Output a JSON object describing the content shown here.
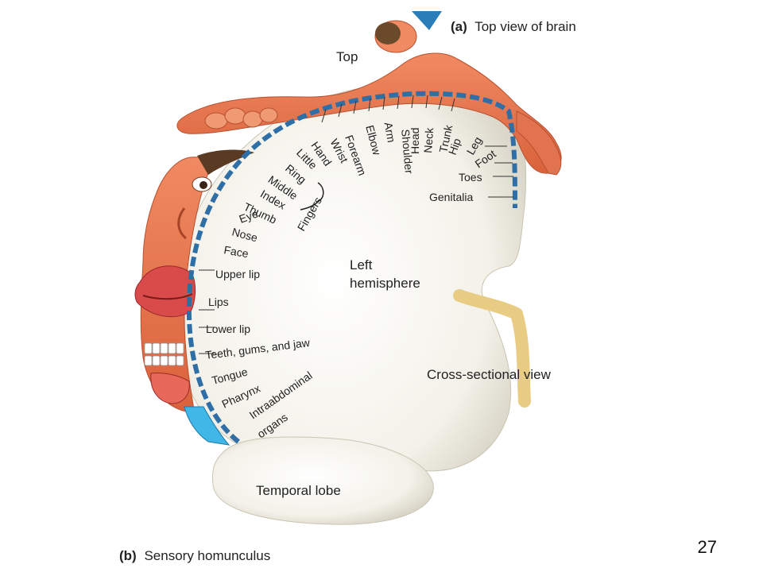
{
  "caption_a": {
    "letter": "(a)",
    "text": "Top view of brain"
  },
  "caption_b": {
    "letter": "(b)",
    "text": "Sensory homunculus"
  },
  "top_label": "Top",
  "hemisphere_label": {
    "line1": "Left",
    "line2": "hemisphere"
  },
  "cross_section_label": "Cross-sectional view",
  "temporal_lobe_label": "Temporal lobe",
  "fingers_label": "Fingers",
  "genitalia_label": "Genitalia",
  "body_parts": [
    "Hip",
    "Trunk",
    "Neck",
    "Head",
    "Shoulder",
    "Arm",
    "Elbow",
    "Forearm",
    "Wrist",
    "Hand",
    "Little",
    "Ring",
    "Middle",
    "Index",
    "Thumb",
    "Eye",
    "Nose",
    "Face",
    "Upper lip",
    "Lips",
    "Lower lip",
    "Teeth, gums, and jaw",
    "Tongue",
    "Pharynx"
  ],
  "leg_labels": [
    "Leg",
    "Foot",
    "Toes"
  ],
  "organs_label": {
    "line1": "Intraabdominal",
    "line2": "organs"
  },
  "slide_number": "27",
  "colors": {
    "skin": "#ec7a55",
    "skin_dark": "#c4512f",
    "brain": "#f3f1e8",
    "cortex_band": "#2f6fa6",
    "cross_section": "#e8cc84",
    "tongue_highlight": "#40b7e6"
  }
}
